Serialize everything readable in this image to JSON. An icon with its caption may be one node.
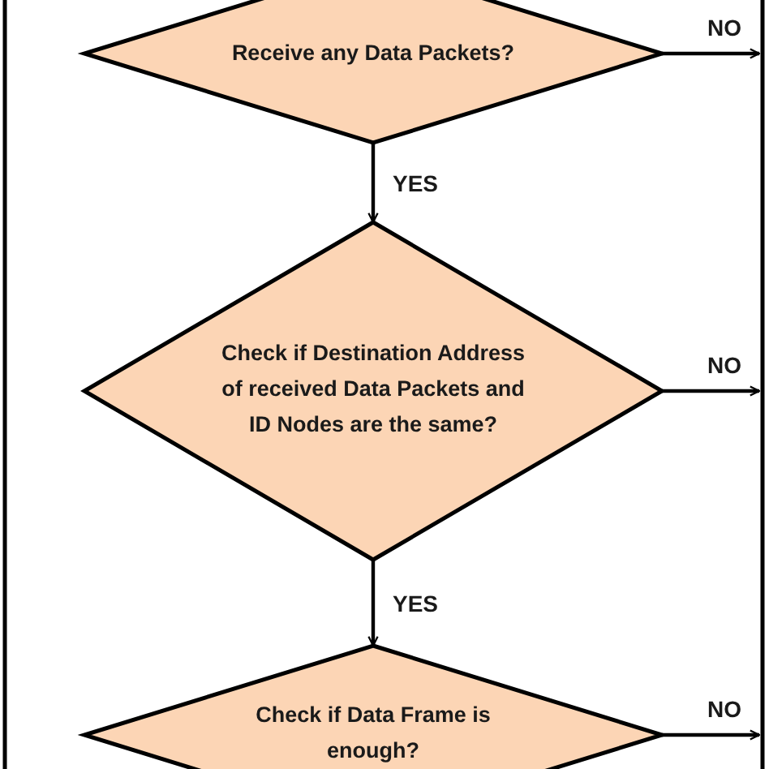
{
  "diagram": {
    "nodes": [
      {
        "text": [
          "Receive any Data Packets?"
        ]
      },
      {
        "text": [
          "Check if Destination Address of received Data Packets and ID Nodes are the same?"
        ]
      },
      {
        "text": [
          "Check if Data Frame is enough?"
        ]
      }
    ],
    "edges": [
      {
        "from": 0,
        "to": 1,
        "arrow": "to",
        "label": "YES"
      },
      {
        "from": 1,
        "to": 2,
        "arrow": "to",
        "label": "YES"
      },
      {
        "from": 0,
        "to": null,
        "arrow": "to",
        "label": "NO"
      },
      {
        "from": 1,
        "to": null,
        "arrow": "to",
        "label": "NO"
      },
      {
        "from": 2,
        "to": null,
        "arrow": "to",
        "label": "NO"
      }
    ]
  }
}
